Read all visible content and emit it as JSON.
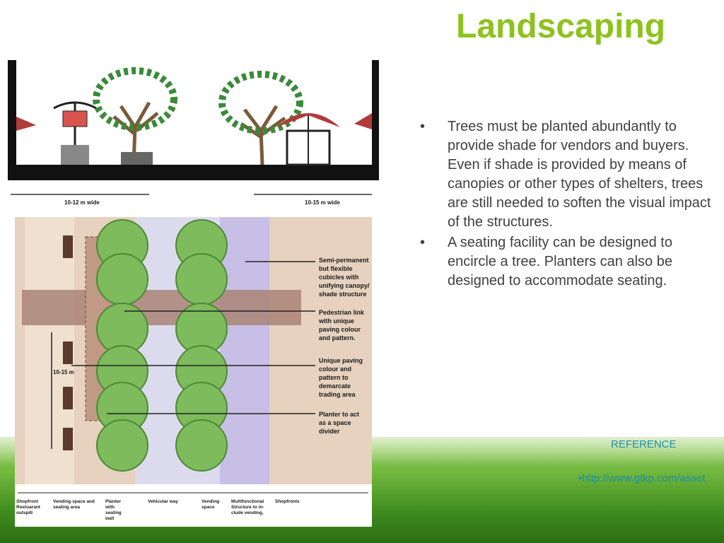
{
  "slide": {
    "title": "Landscaping",
    "bullets": [
      "Trees must be planted abundantly to provide shade for vendors and buyers. Even if shade is provided by means of canopies or other types of shelters, trees are still needed to soften the visual impact of the structures.",
      "A seating facility can be designed to encircle a tree. Planters can also be designed to accommodate seating."
    ],
    "reference_label": "REFERENCE",
    "reference_link": "•http://www.gtkp.com/asset",
    "bullet_symbol": "•",
    "colors": {
      "title": "#8dc21f",
      "body_text": "#404040",
      "link": "#1a8faa",
      "grass": "#5aa52a"
    }
  },
  "figure": {
    "section_dims": [
      "10-12 m wide",
      "10-15 m wide"
    ],
    "vertical_dim": "10-15 m",
    "callouts": [
      [
        "Semi-permanent",
        "but flexible",
        "cubicles with",
        "unifying canopy/",
        "shade structure"
      ],
      [
        "Pedestrian link",
        "with unique",
        "paving colour",
        "and pattern."
      ],
      [
        "Unique paving",
        "colour and",
        "pattern to",
        "demarcate",
        "trading area"
      ],
      [
        "Planter to act",
        "as a space",
        "divider"
      ]
    ],
    "bottom_labels": [
      [
        "Shopfront",
        "Restuarant",
        "outspill"
      ],
      [
        "Vending space and",
        "seating area"
      ],
      [
        "Planter",
        "with",
        "seating",
        "wall"
      ],
      [
        "Vehicular way"
      ],
      [
        "Vending",
        "space"
      ],
      [
        "Multifunctional",
        "Structure to in-",
        "clude vending,"
      ],
      [
        "Shopfronts"
      ]
    ]
  }
}
